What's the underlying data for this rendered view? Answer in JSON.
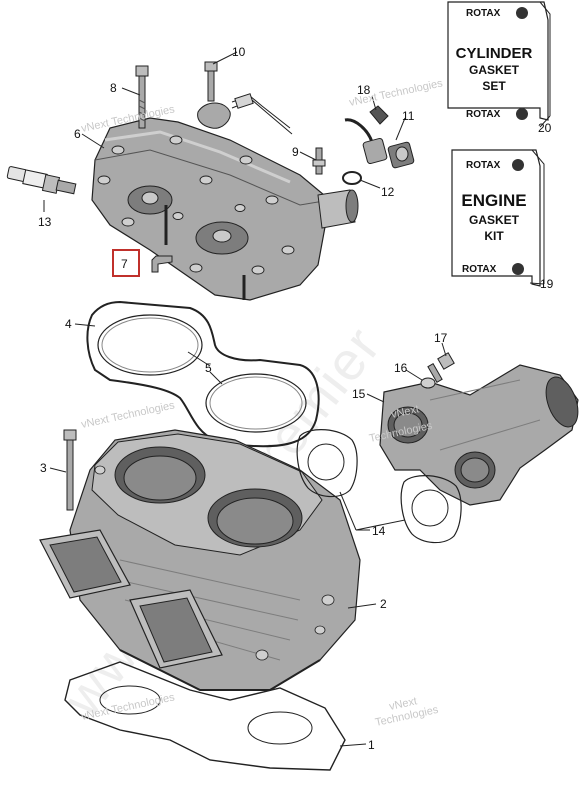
{
  "watermark": {
    "brand": "vNext Technologies",
    "brand_line1": "vNext",
    "brand_line2": "Technologies",
    "large": "www.cyberpremier"
  },
  "kits": {
    "cylinder": {
      "brand": "ROTAX",
      "line1": "CYLINDER",
      "line2": "GASKET",
      "line3": "SET",
      "ref": "20"
    },
    "engine": {
      "brand": "ROTAX",
      "line1": "ENGINE",
      "line2": "GASKET",
      "line3": "KIT",
      "ref": "19"
    }
  },
  "callouts": {
    "c1": "1",
    "c2": "2",
    "c3": "3",
    "c4": "4",
    "c5": "5",
    "c6": "6",
    "c7": "7",
    "c8": "8",
    "c9": "9",
    "c10": "10",
    "c11": "11",
    "c12": "12",
    "c13": "13",
    "c14": "14",
    "c15": "15",
    "c16": "16",
    "c17": "17",
    "c18": "18"
  },
  "colors": {
    "part_fill": "#a9a9a9",
    "part_dark": "#7d7d7d",
    "part_light": "#c9c9c9",
    "line": "#222222",
    "highlight_box": "#c0302b"
  }
}
